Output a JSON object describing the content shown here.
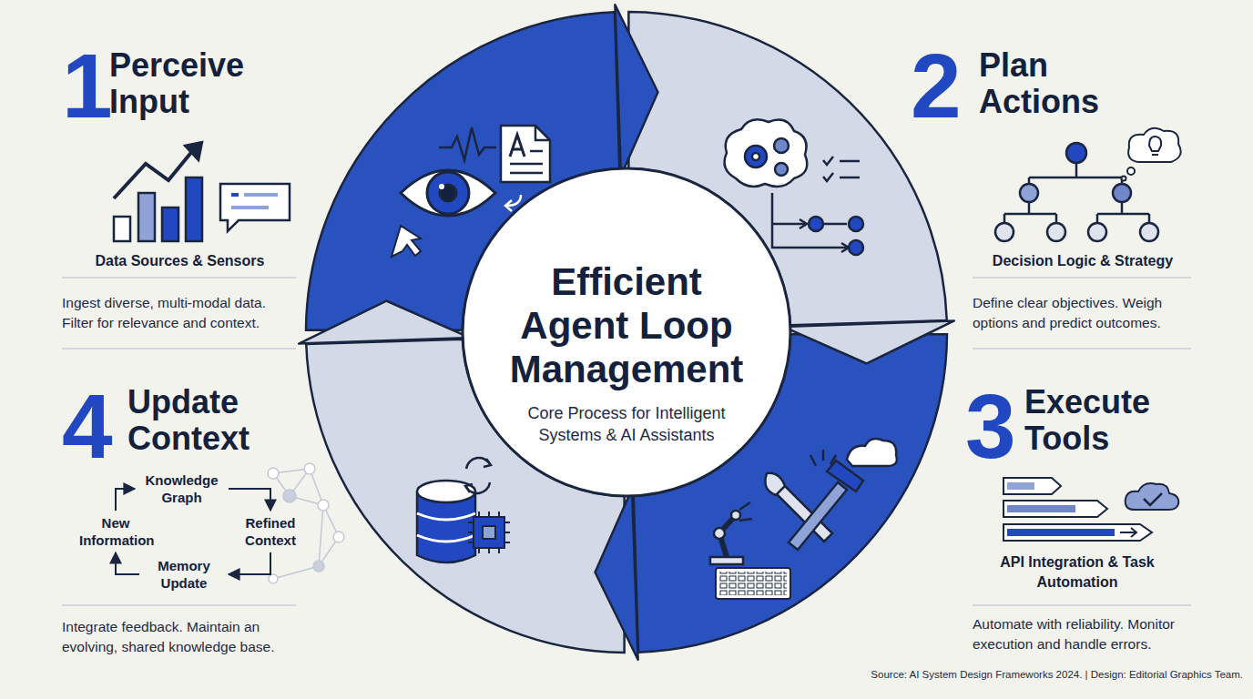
{
  "diagram": {
    "title": "Efficient Agent Loop Management",
    "nodes": [
      {
        "text": [
          "1",
          "Perceive Input",
          "Data Sources & Sensors",
          "Ingest diverse, multi-modal data. Filter for relevance and context."
        ]
      },
      {
        "text": [
          "2",
          "Plan Actions",
          "Decision Logic & Strategy",
          "Define clear objectives. Weigh options and predict outcomes."
        ]
      },
      {
        "text": [
          "3",
          "Execute Tools",
          "API Integration & Task Automation",
          "Automate with reliability. Monitor execution and handle errors."
        ]
      },
      {
        "text": [
          "4",
          "Update Context",
          "Integrate feedback. Maintain an evolving, shared knowledge base."
        ]
      },
      {
        "text": [
          "Knowledge Graph"
        ],
        "in": 3
      },
      {
        "text": [
          "New Information"
        ],
        "in": 3
      },
      {
        "text": [
          "Refined Context"
        ],
        "in": 3
      },
      {
        "text": [
          "Memory Update"
        ],
        "in": 3
      }
    ],
    "edges": [
      {
        "from": 5,
        "to": 4,
        "arrow": "to"
      },
      {
        "from": 4,
        "to": 6,
        "arrow": "to"
      },
      {
        "from": 6,
        "to": 7,
        "arrow": "to"
      },
      {
        "from": 7,
        "to": 5,
        "arrow": "to"
      }
    ],
    "labels": [
      "Core Process for Intelligent Systems & AI Assistants",
      "Source: AI System Design Frameworks 2024. | Design: Editorial Graphics Team."
    ]
  }
}
